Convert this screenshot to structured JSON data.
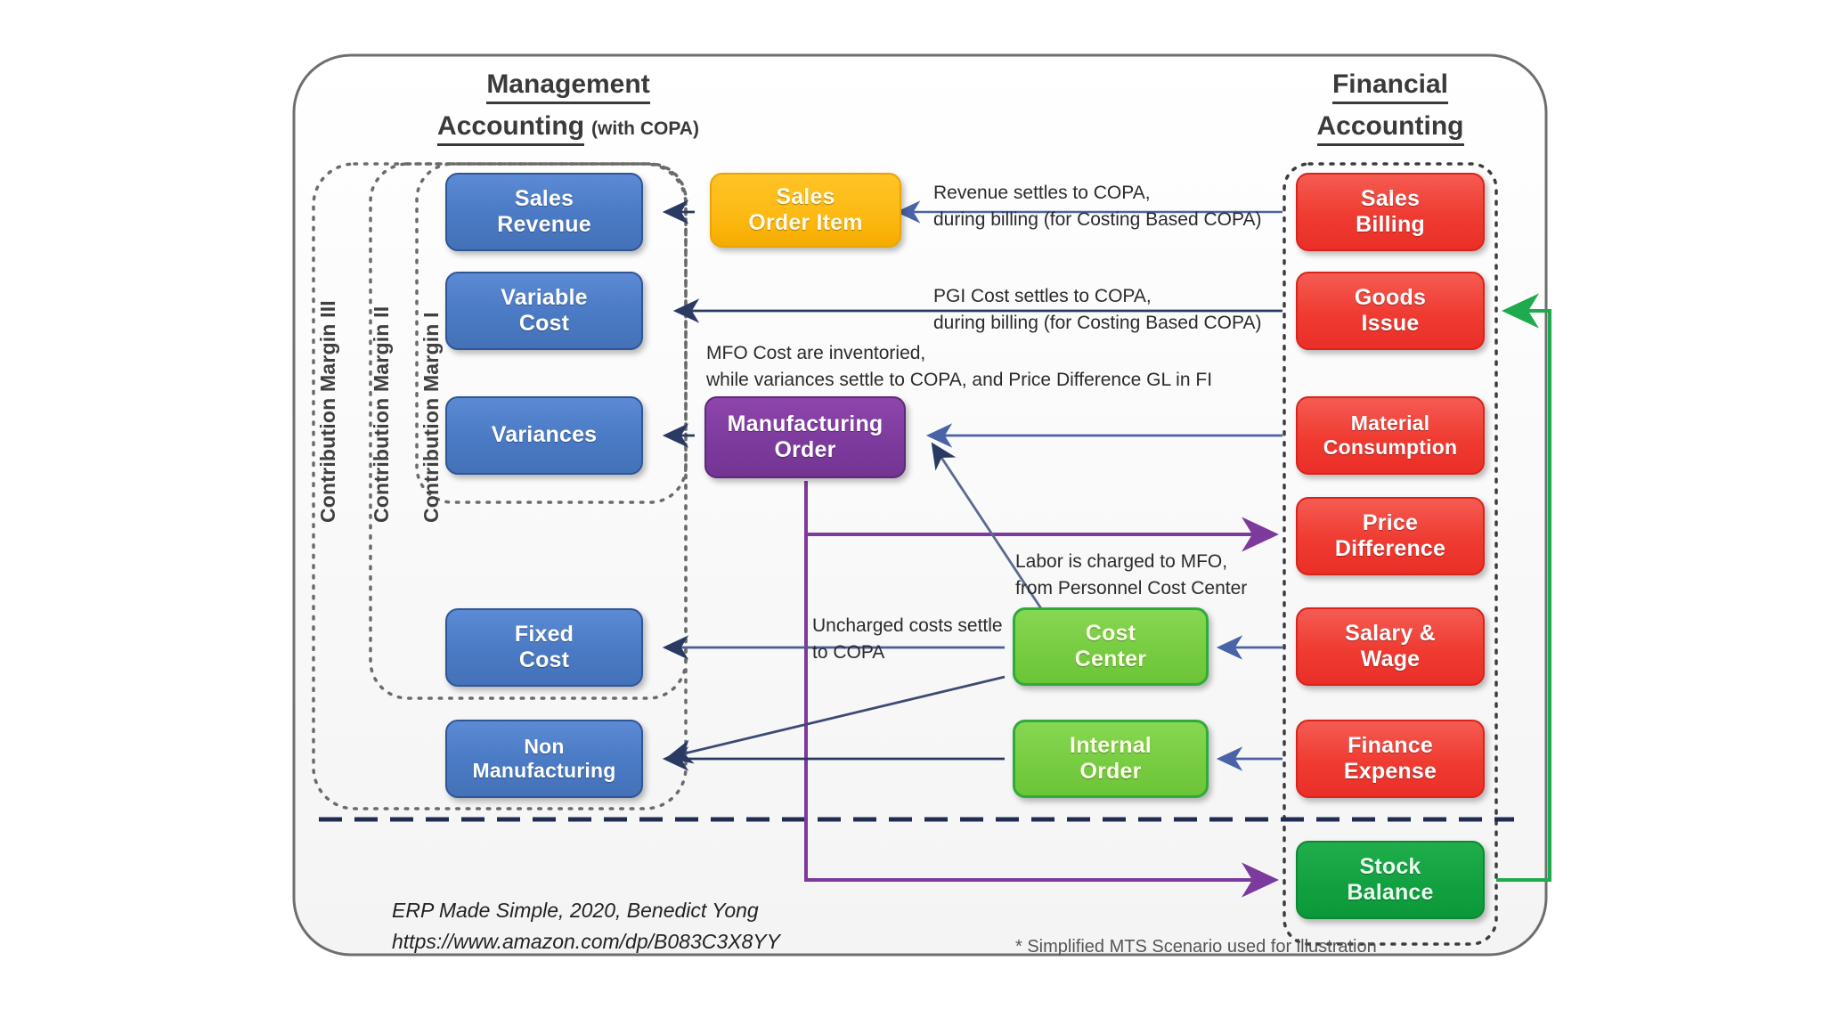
{
  "headers": {
    "left": {
      "line1": "Management",
      "line2": "Accounting",
      "sub": "(with COPA)"
    },
    "right": {
      "line1": "Financial",
      "line2": "Accounting"
    }
  },
  "margins": [
    {
      "label": "Contribution Margin III"
    },
    {
      "label": "Contribution Margin II"
    },
    {
      "label": "Contribution Margin I"
    }
  ],
  "nodes": {
    "sales_revenue": {
      "l1": "Sales",
      "l2": "Revenue"
    },
    "variable_cost": {
      "l1": "Variable",
      "l2": "Cost"
    },
    "variances": {
      "l1": "Variances",
      "l2": ""
    },
    "fixed_cost": {
      "l1": "Fixed",
      "l2": "Cost"
    },
    "non_manufacturing": {
      "l1": "Non",
      "l2": "Manufacturing"
    },
    "sales_order_item": {
      "l1": "Sales",
      "l2": "Order Item"
    },
    "manufacturing_order": {
      "l1": "Manufacturing",
      "l2": "Order"
    },
    "cost_center": {
      "l1": "Cost",
      "l2": "Center"
    },
    "internal_order": {
      "l1": "Internal",
      "l2": "Order"
    },
    "sales_billing": {
      "l1": "Sales",
      "l2": "Billing"
    },
    "goods_issue": {
      "l1": "Goods",
      "l2": "Issue"
    },
    "material_consumption": {
      "l1": "Material",
      "l2": "Consumption"
    },
    "price_difference": {
      "l1": "Price",
      "l2": "Difference"
    },
    "salary_wage": {
      "l1": "Salary &",
      "l2": "Wage"
    },
    "finance_expense": {
      "l1": "Finance",
      "l2": "Expense"
    },
    "stock_balance": {
      "l1": "Stock",
      "l2": "Balance"
    }
  },
  "annotations": {
    "revenue": {
      "line1": "Revenue settles to COPA,",
      "line2": "during billing (for Costing Based COPA)"
    },
    "pgi": {
      "line1": "PGI Cost settles to COPA,",
      "line2": "during billing (for Costing Based COPA)"
    },
    "mfo": {
      "line1": "MFO Cost are inventoried,",
      "line2": "while variances settle to COPA, and Price Difference GL in FI"
    },
    "labor": {
      "line1": "Labor is charged to MFO,",
      "line2": "from Personnel Cost Center"
    },
    "uncharged": {
      "line1": "Uncharged costs settle",
      "line2": "to COPA"
    }
  },
  "footer": {
    "line1": "ERP Made Simple, 2020, Benedict Yong",
    "line2": "https://www.amazon.com/dp/B083C3X8YY",
    "note": "* Simplified MTS Scenario used for illustration"
  },
  "colors": {
    "blue": "#4472b8",
    "orange": "#fdb913",
    "purple": "#7c3a9c",
    "red": "#ef3b32",
    "green": "#76cc40",
    "dark_green": "#11a040",
    "arrow_navy": "#2b3a63",
    "arrow_purple": "#7c3a9c",
    "arrow_green": "#1faa4e",
    "arrow_blue": "#4a63a8"
  }
}
